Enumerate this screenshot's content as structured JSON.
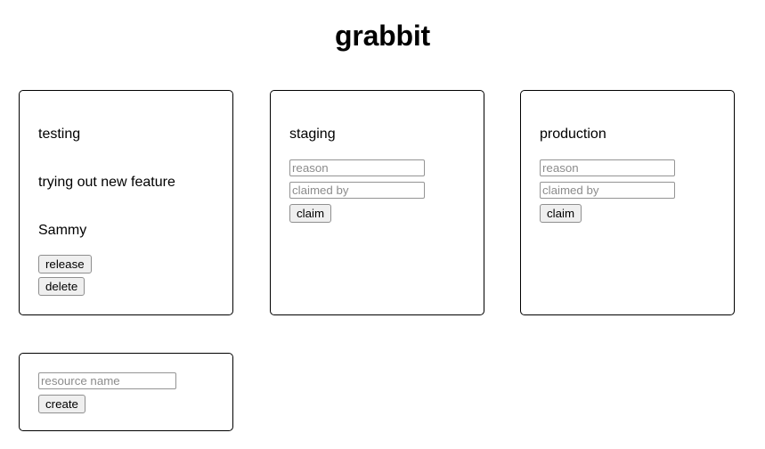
{
  "app": {
    "title": "grabbit",
    "background_color": "#ffffff",
    "text_color": "#000000",
    "border_color": "#000000",
    "button_background": "#efefef",
    "button_border": "#8f8f8f",
    "input_border": "#949494",
    "placeholder_color": "#8c8c8c"
  },
  "resources": [
    {
      "name": "testing",
      "reason": "trying out new feature",
      "claimed_by": "Sammy",
      "state": "claimed",
      "release_label": "release",
      "delete_label": "delete"
    },
    {
      "name": "staging",
      "state": "free",
      "reason_placeholder": "reason",
      "claimed_by_placeholder": "claimed by",
      "reason_value": "",
      "claimed_by_value": "",
      "claim_label": "claim"
    },
    {
      "name": "production",
      "state": "free",
      "reason_placeholder": "reason",
      "claimed_by_placeholder": "claimed by",
      "reason_value": "",
      "claimed_by_value": "",
      "claim_label": "claim"
    }
  ],
  "create": {
    "resource_name_placeholder": "resource name",
    "resource_name_value": "",
    "create_label": "create"
  }
}
